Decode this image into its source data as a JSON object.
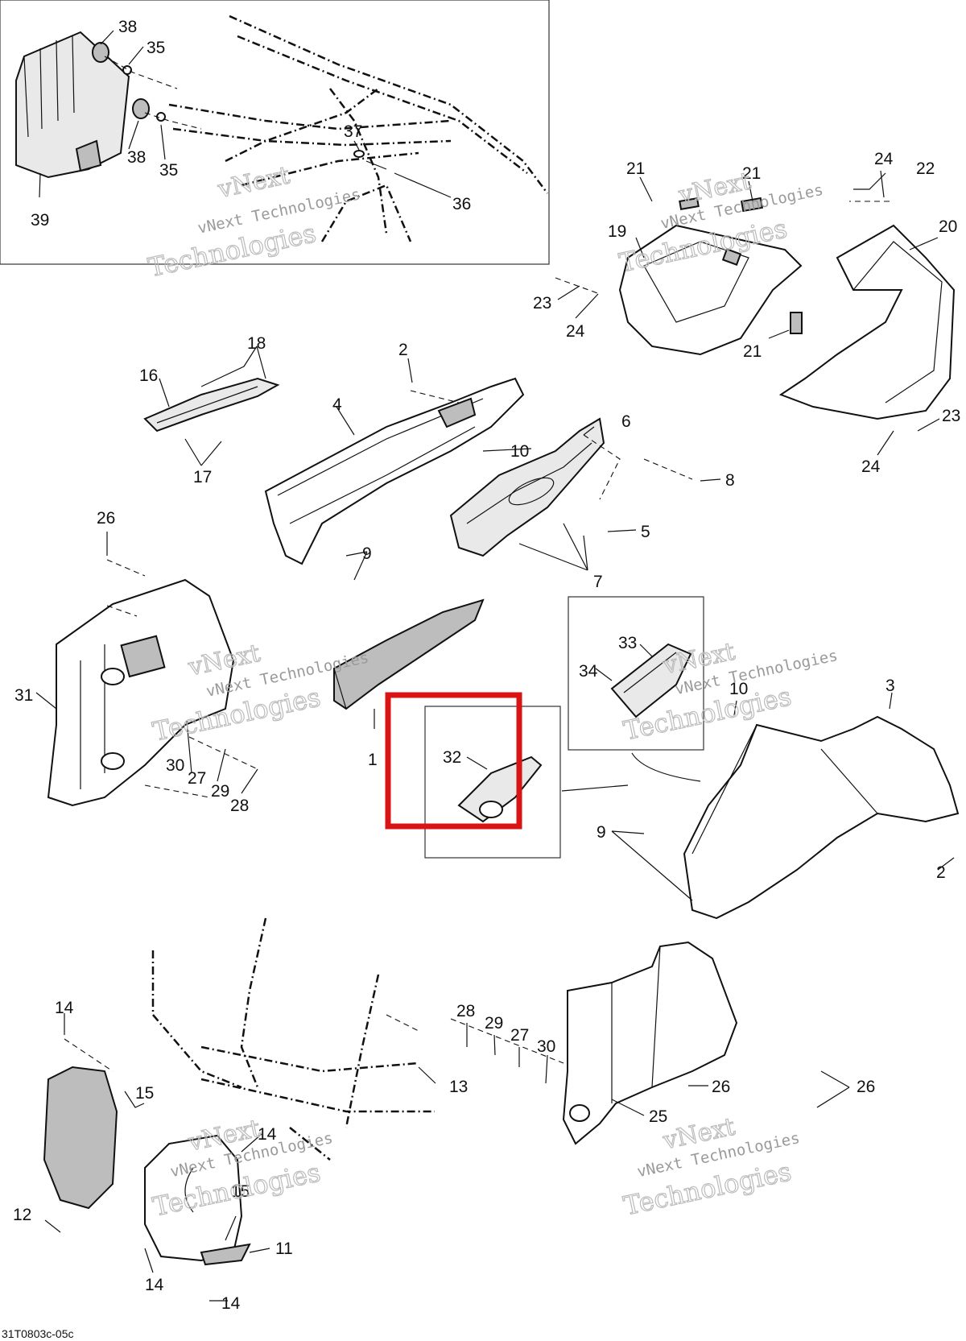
{
  "diagram": {
    "callouts": [
      "1",
      "2",
      "3",
      "4",
      "5",
      "6",
      "7",
      "8",
      "9",
      "10",
      "11",
      "12",
      "13",
      "14",
      "15",
      "16",
      "17",
      "18",
      "19",
      "20",
      "21",
      "22",
      "23",
      "24",
      "25",
      "26",
      "27",
      "28",
      "29",
      "30",
      "31",
      "32",
      "33",
      "34",
      "35",
      "36",
      "37",
      "38",
      "39"
    ],
    "highlight_color": "#d81414",
    "highlighted_part": "32",
    "watermark_lines": [
      "vNext",
      "vNext Technologies",
      "Technologies"
    ],
    "drawing_code": "31T0803c-05c"
  }
}
